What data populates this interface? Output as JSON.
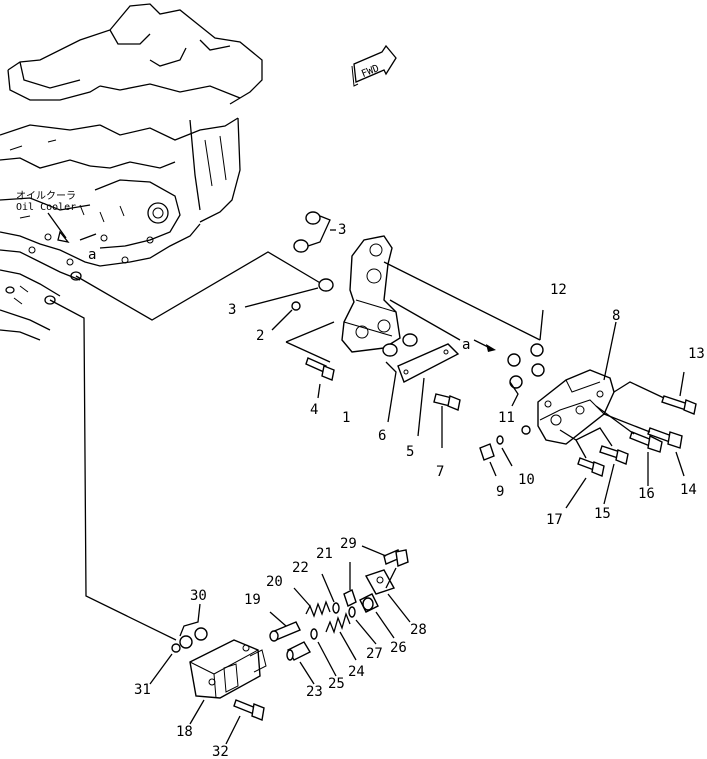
{
  "labels": {
    "oil_cooler_jp": "オイルクーラ",
    "oil_cooler_en": "Oil Cooler",
    "fwd": "FWD",
    "ref_a": "a"
  },
  "callouts": [
    "1",
    "2",
    "3",
    "3",
    "4",
    "5",
    "6",
    "7",
    "8",
    "9",
    "10",
    "11",
    "12",
    "13",
    "14",
    "15",
    "16",
    "17",
    "18",
    "19",
    "20",
    "21",
    "22",
    "23",
    "24",
    "25",
    "26",
    "27",
    "28",
    "29",
    "30",
    "31",
    "32"
  ]
}
